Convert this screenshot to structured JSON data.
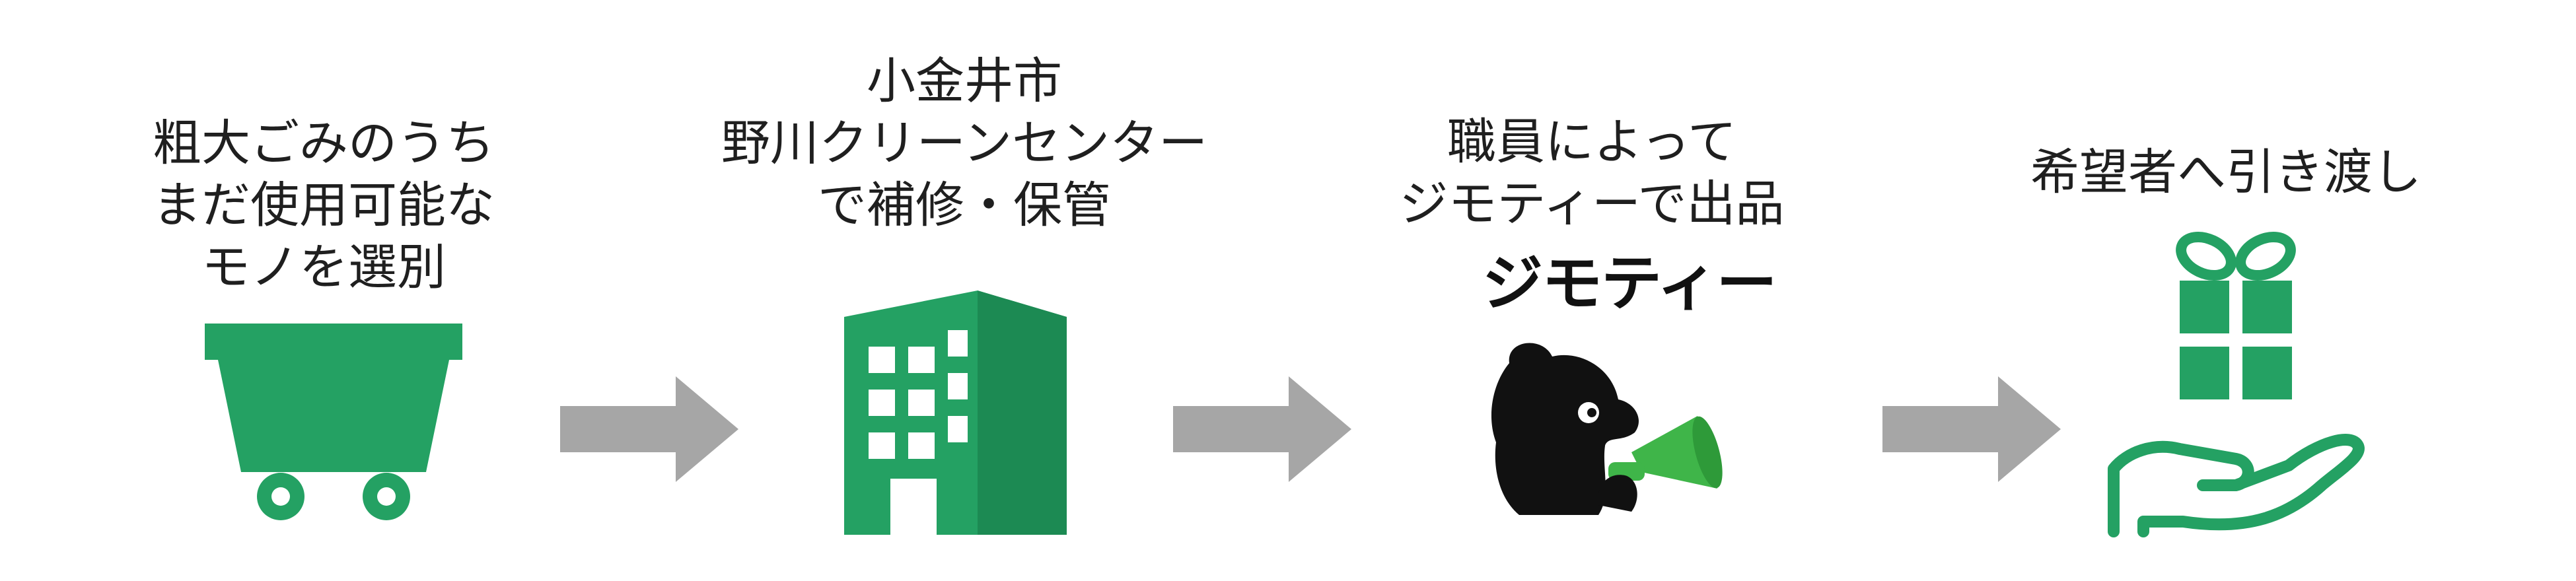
{
  "flow": {
    "colors": {
      "green": "#24a163",
      "arrow": "#a6a6a6",
      "megaphone": "#3fb549",
      "black": "#111111"
    },
    "steps": [
      {
        "icon": "cart-icon",
        "caption_lines": [
          "粗大ごみのうち",
          "まだ使用可能な",
          "モノを選別"
        ]
      },
      {
        "icon": "building-icon",
        "caption_lines": [
          "小金井市",
          "野川クリーンセンター",
          "で補修・保管"
        ]
      },
      {
        "icon": "jimoty-mascot-icon",
        "logo_text": "ジモティー",
        "caption_lines": [
          "職員によって",
          "ジモティーで出品"
        ]
      },
      {
        "icon": "gift-hand-icon",
        "caption_lines": [
          "希望者へ引き渡し"
        ]
      }
    ]
  }
}
